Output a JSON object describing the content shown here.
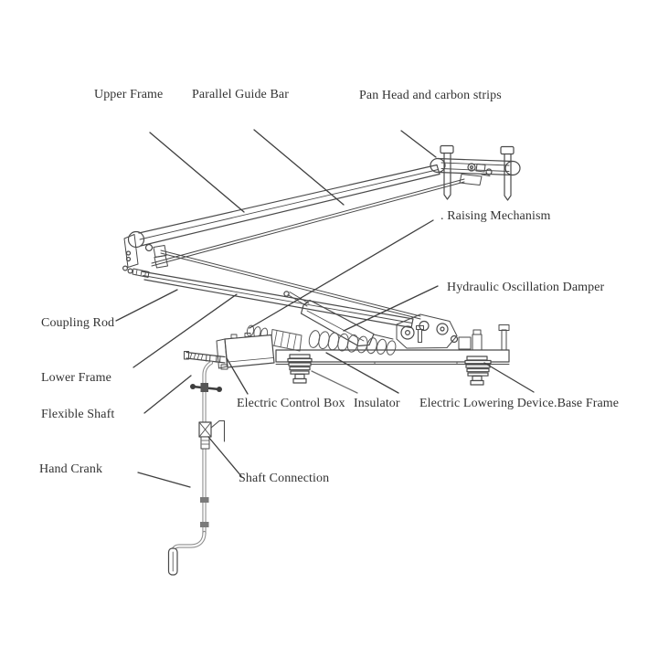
{
  "figure": {
    "type": "technical line diagram",
    "subject": "pantograph assembly with labeled components"
  },
  "labels": {
    "upper_frame": "Upper Frame",
    "parallel_guide_bar": "Parallel Guide Bar",
    "pan_head": "Pan Head and carbon strips",
    "raising_mechanism": ". Raising Mechanism",
    "hydraulic_damper": "Hydraulic Oscillation Damper",
    "coupling_rod": "Coupling Rod",
    "lower_frame": "Lower Frame",
    "flexible_shaft": "Flexible Shaft",
    "electric_control_box": "Electric Control Box",
    "insulator": "Insulator",
    "electric_lowering_device": "Electric Lowering Device",
    "base_frame": ".Base Frame",
    "hand_crank": "Hand Crank",
    "shaft_connection": "Shaft Connection"
  },
  "colors": {
    "background": "#ffffff",
    "line": "#4a4a4a",
    "leader_line": "#3f3f3f",
    "shaft_gray": "#8f8f8f",
    "text": "#333333"
  }
}
